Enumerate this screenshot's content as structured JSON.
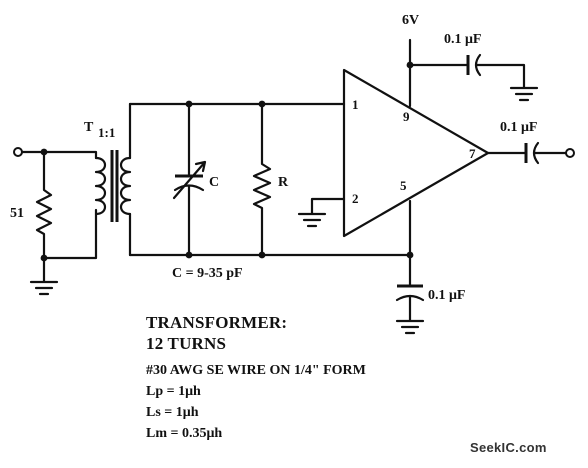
{
  "labels": {
    "supply": "6V",
    "c_top": "0.1 μF",
    "c_out": "0.1 μF",
    "c_bottom": "0.1 μF",
    "transformer": "T",
    "transformer_ratio": "1:1",
    "resistor_in": "51",
    "cap_var": "C",
    "resistor_r": "R",
    "cap_range": "C = 9-35 pF",
    "pin_1": "1",
    "pin_2": "2",
    "pin_5": "5",
    "pin_7": "7",
    "pin_9": "9"
  },
  "notes": {
    "title_1": "TRANSFORMER:",
    "title_2": "12 TURNS",
    "wire": "#30 AWG SE WIRE ON 1/4\" FORM",
    "lp": "Lp = 1μh",
    "ls": "Ls = 1μh",
    "lm": "Lm = 0.35μh"
  },
  "watermark": "SeekIC.com"
}
